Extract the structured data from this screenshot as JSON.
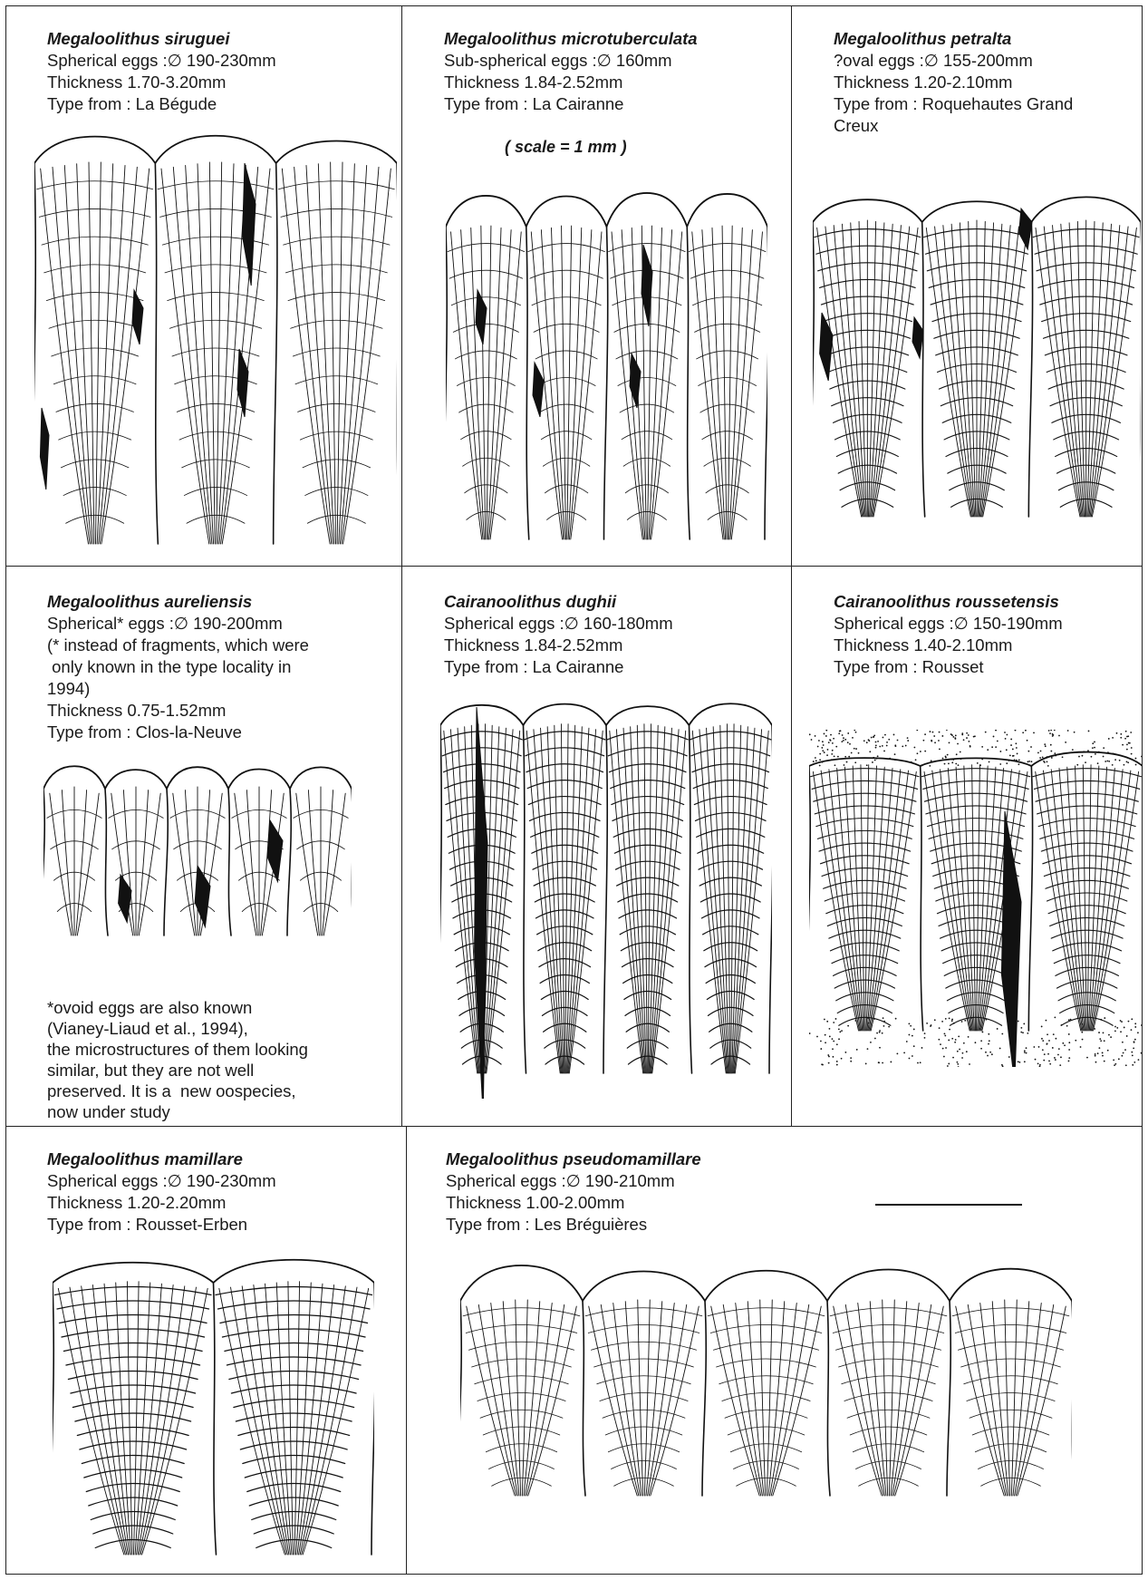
{
  "scale_note": "( scale = 1 mm )",
  "cells": [
    {
      "name": "Megaloolithus siruguei",
      "lines": [
        "Spherical eggs :∅ 190-230mm",
        "Thickness 1.70-3.20mm",
        "Type from : La Bégude"
      ]
    },
    {
      "name": "Megaloolithus microtuberculata",
      "lines": [
        "Sub-spherical eggs :∅ 160mm",
        "Thickness 1.84-2.52mm",
        "Type from : La Cairanne"
      ]
    },
    {
      "name": "Megaloolithus petralta",
      "lines": [
        "?oval eggs :∅ 155-200mm",
        "Thickness 1.20-2.10mm",
        "Type from : Roquehautes Grand",
        "Creux"
      ]
    },
    {
      "name": "Megaloolithus aureliensis",
      "lines": [
        "Spherical* eggs :∅ 190-200mm",
        "(* instead of fragments, which were",
        " only known in the type locality in",
        "1994)",
        "Thickness 0.75-1.52mm",
        "Type from : Clos-la-Neuve"
      ],
      "note": [
        "*ovoid eggs are also known",
        "(Vianey-Liaud et al., 1994),",
        "the microstructures of them looking",
        "similar, but they are not well",
        "preserved. It is a  new oospecies,",
        "now under study"
      ]
    },
    {
      "name": "Cairanoolithus dughii",
      "lines": [
        "Spherical eggs :∅ 160-180mm",
        "Thickness 1.84-2.52mm",
        "Type from : La Cairanne"
      ]
    },
    {
      "name": "Cairanoolithus roussetensis",
      "lines": [
        "Spherical eggs :∅ 150-190mm",
        "Thickness 1.40-2.10mm",
        "Type from : Rousset"
      ]
    },
    {
      "name": "Megaloolithus mamillare",
      "lines": [
        "Spherical eggs :∅ 190-230mm",
        "Thickness 1.20-2.20mm",
        "Type from : Rousset-Erben"
      ]
    },
    {
      "name": "Megaloolithus pseudomamillare",
      "lines": [
        "Spherical eggs :∅ 190-210mm",
        "Thickness 1.00-2.00mm",
        "Type from : Les Bréguières"
      ]
    }
  ]
}
